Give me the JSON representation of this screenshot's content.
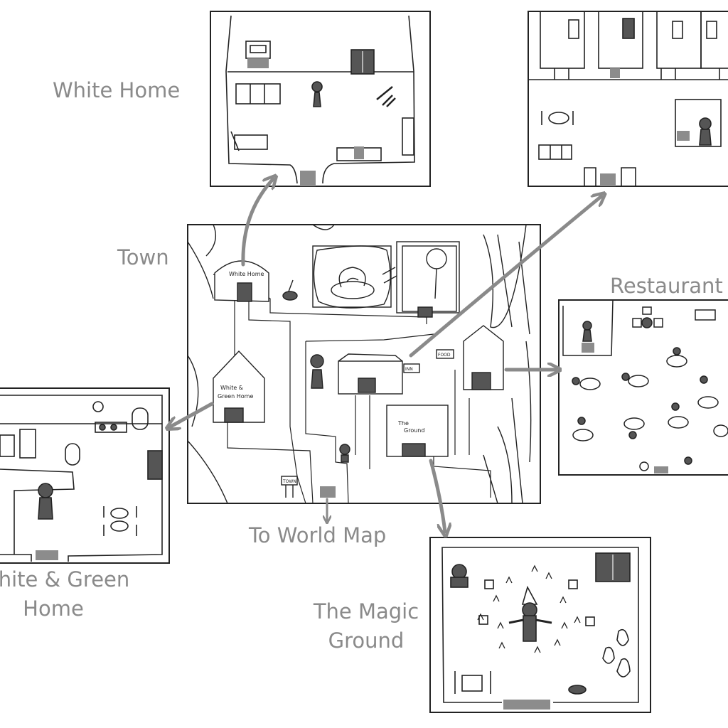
{
  "title_labels": {
    "white_home": "White Home",
    "town": "Town",
    "restaurant": "Restaurant",
    "to_world_map": "To World Map",
    "white_green_home_line1": "hite & Green",
    "white_green_home_line2": "Home",
    "magic_ground_line1": "The Magic",
    "magic_ground_line2": "Ground"
  },
  "town_signs": {
    "white_home": "White Home",
    "white_green_home_line1": "White &",
    "white_green_home_line2": "Green Home",
    "the_ground_line1": "The",
    "the_ground_line2": "Ground",
    "inn": "INN",
    "food": "FOOD",
    "town": "TOWN"
  },
  "colors": {
    "ink": "#222222",
    "label": "#8a8a8a",
    "arrow": "#8a8a8a",
    "door_marker": "#8c8c8c",
    "furniture_fill": "#555555"
  }
}
